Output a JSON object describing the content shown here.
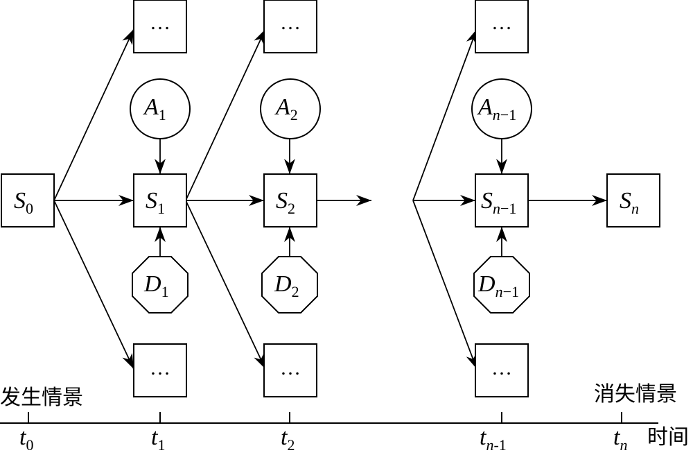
{
  "nodes": {
    "s0": {
      "main": "S",
      "sub": "0"
    },
    "s1": {
      "main": "S",
      "sub": "1"
    },
    "s2": {
      "main": "S",
      "sub": "2"
    },
    "sn1": {
      "main": "S",
      "sub_italic": "n",
      "sub_rest": "−1"
    },
    "sn": {
      "main": "S",
      "sub_italic": "n"
    },
    "a1": {
      "main": "A",
      "sub": "1"
    },
    "a2": {
      "main": "A",
      "sub": "2"
    },
    "an1": {
      "main": "A",
      "sub_italic": "n",
      "sub_rest": "−1"
    },
    "d1": {
      "main": "D",
      "sub": "1"
    },
    "d2": {
      "main": "D",
      "sub": "2"
    },
    "dn1": {
      "main": "D",
      "sub_italic": "n",
      "sub_rest": "−1"
    },
    "ellipsis": "…"
  },
  "timeline": {
    "start_label": "发生情景",
    "end_label": "消失情景",
    "axis_label": "时间",
    "ticks": [
      {
        "main": "t",
        "sub": "0"
      },
      {
        "main": "t",
        "sub": "1"
      },
      {
        "main": "t",
        "sub": "2"
      },
      {
        "main": "t",
        "sub_italic": "n",
        "sub_rest": "-1"
      },
      {
        "main": "t",
        "sub_italic": "n"
      }
    ]
  }
}
